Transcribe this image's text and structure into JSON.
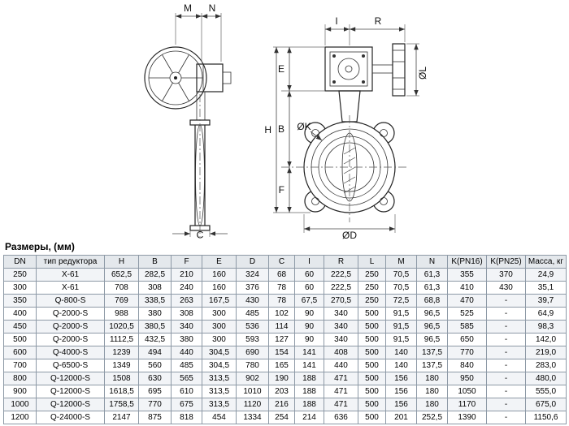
{
  "drawing": {
    "labels": {
      "M": "M",
      "N": "N",
      "C": "C",
      "I": "I",
      "R": "R",
      "E": "E",
      "B": "B",
      "H": "H",
      "F": "F",
      "diameter_L": "ØL",
      "diameter_K": "ØK",
      "diameter_D": "ØD"
    }
  },
  "table": {
    "title": "Размеры, (мм)",
    "headers": [
      "DN",
      "тип редуктора",
      "H",
      "B",
      "F",
      "E",
      "D",
      "C",
      "I",
      "R",
      "L",
      "M",
      "N",
      "K(PN16)",
      "K(PN25)",
      "Масса, кг"
    ],
    "rows": [
      [
        "250",
        "X-61",
        "652,5",
        "282,5",
        "210",
        "160",
        "324",
        "68",
        "60",
        "222,5",
        "250",
        "70,5",
        "61,3",
        "355",
        "370",
        "24,9"
      ],
      [
        "300",
        "X-61",
        "708",
        "308",
        "240",
        "160",
        "376",
        "78",
        "60",
        "222,5",
        "250",
        "70,5",
        "61,3",
        "410",
        "430",
        "35,1"
      ],
      [
        "350",
        "Q-800-S",
        "769",
        "338,5",
        "263",
        "167,5",
        "430",
        "78",
        "67,5",
        "270,5",
        "250",
        "72,5",
        "68,8",
        "470",
        "-",
        "39,7"
      ],
      [
        "400",
        "Q-2000-S",
        "988",
        "380",
        "308",
        "300",
        "485",
        "102",
        "90",
        "340",
        "500",
        "91,5",
        "96,5",
        "525",
        "-",
        "64,9"
      ],
      [
        "450",
        "Q-2000-S",
        "1020,5",
        "380,5",
        "340",
        "300",
        "536",
        "114",
        "90",
        "340",
        "500",
        "91,5",
        "96,5",
        "585",
        "-",
        "98,3"
      ],
      [
        "500",
        "Q-2000-S",
        "1112,5",
        "432,5",
        "380",
        "300",
        "593",
        "127",
        "90",
        "340",
        "500",
        "91,5",
        "96,5",
        "650",
        "-",
        "142,0"
      ],
      [
        "600",
        "Q-4000-S",
        "1239",
        "494",
        "440",
        "304,5",
        "690",
        "154",
        "141",
        "408",
        "500",
        "140",
        "137,5",
        "770",
        "-",
        "219,0"
      ],
      [
        "700",
        "Q-6500-S",
        "1349",
        "560",
        "485",
        "304,5",
        "780",
        "165",
        "141",
        "440",
        "500",
        "140",
        "137,5",
        "840",
        "-",
        "283,0"
      ],
      [
        "800",
        "Q-12000-S",
        "1508",
        "630",
        "565",
        "313,5",
        "902",
        "190",
        "188",
        "471",
        "500",
        "156",
        "180",
        "950",
        "-",
        "480,0"
      ],
      [
        "900",
        "Q-12000-S",
        "1618,5",
        "695",
        "610",
        "313,5",
        "1010",
        "203",
        "188",
        "471",
        "500",
        "156",
        "180",
        "1050",
        "-",
        "555,0"
      ],
      [
        "1000",
        "Q-12000-S",
        "1758,5",
        "770",
        "675",
        "313,5",
        "1120",
        "216",
        "188",
        "471",
        "500",
        "156",
        "180",
        "1170",
        "-",
        "675,0"
      ],
      [
        "1200",
        "Q-24000-S",
        "2147",
        "875",
        "818",
        "454",
        "1334",
        "254",
        "214",
        "636",
        "500",
        "201",
        "252,5",
        "1390",
        "-",
        "1150,6"
      ]
    ]
  }
}
